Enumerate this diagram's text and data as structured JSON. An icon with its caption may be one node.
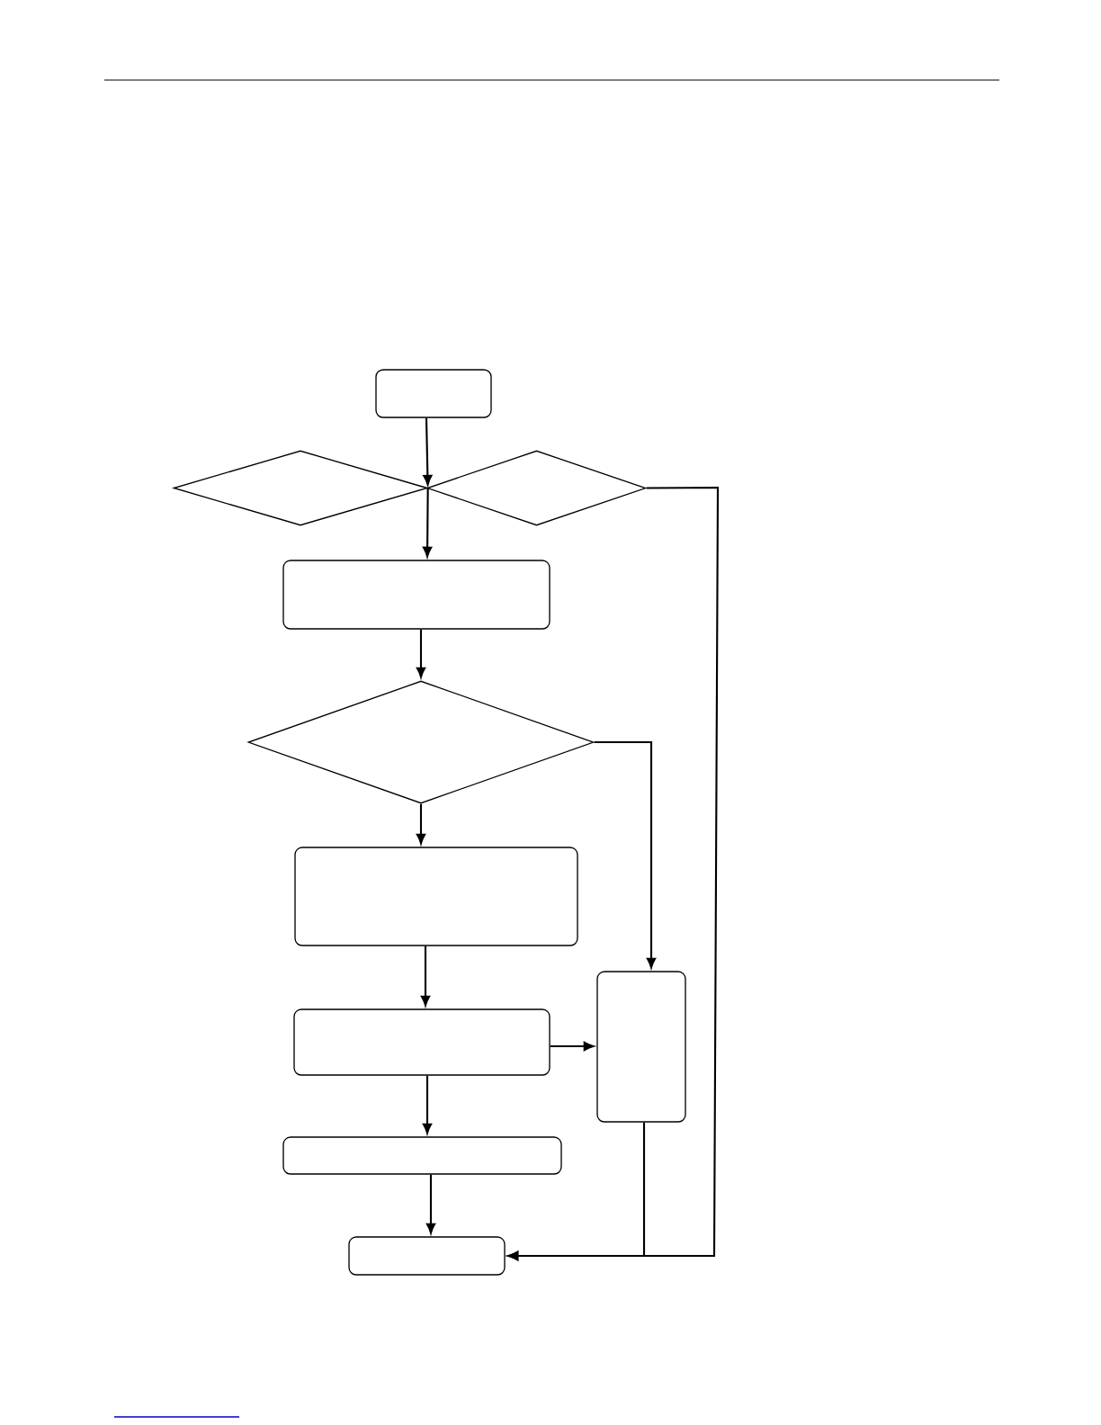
{
  "diagram": {
    "nodes": [
      {
        "text": [],
        "shape": "box"
      },
      {
        "text": [],
        "shape": "diamond"
      },
      {
        "text": [],
        "shape": "diamond"
      },
      {
        "text": [],
        "shape": "box"
      },
      {
        "text": [],
        "shape": "diamond"
      },
      {
        "text": [],
        "shape": "box"
      },
      {
        "text": [],
        "shape": "box"
      },
      {
        "text": [],
        "shape": "box"
      },
      {
        "text": [],
        "shape": "box"
      },
      {
        "text": [],
        "shape": "box"
      }
    ],
    "edges": [
      {
        "from": 0,
        "to": 1,
        "arrow": "to"
      },
      {
        "from": 1,
        "to": 3,
        "arrow": "to"
      },
      {
        "from": 2,
        "to": 9,
        "arrow": "to"
      },
      {
        "from": 3,
        "to": 4,
        "arrow": "to"
      },
      {
        "from": 4,
        "to": 5,
        "arrow": "to"
      },
      {
        "from": 4,
        "to": 7,
        "arrow": "to"
      },
      {
        "from": 5,
        "to": 6,
        "arrow": "to"
      },
      {
        "from": 6,
        "to": 7,
        "arrow": "to"
      },
      {
        "from": 6,
        "to": 8,
        "arrow": "to"
      },
      {
        "from": 8,
        "to": 9,
        "arrow": "to"
      },
      {
        "from": 7,
        "to": 9,
        "arrow": "to"
      }
    ]
  }
}
